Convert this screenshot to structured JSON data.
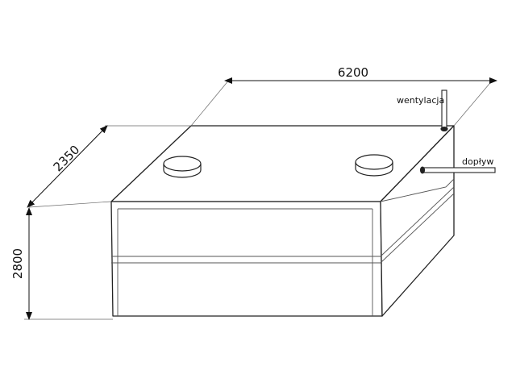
{
  "dimensions": {
    "length": "6200",
    "width": "2350",
    "height": "2800"
  },
  "callouts": {
    "ventilation": "wentylacja",
    "inflow": "dopływ"
  },
  "colors": {
    "line": "#222222",
    "fill": "#ffffff",
    "edge": "#555555"
  }
}
